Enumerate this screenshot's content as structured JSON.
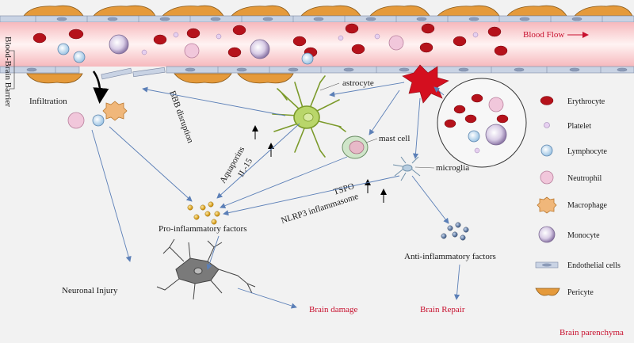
{
  "labels": {
    "blood_flow": "Blood Flow",
    "bbb": "Blood-Brain Barrier",
    "infiltration": "Infiltration",
    "bbb_disruption": "BBB disruption",
    "astrocyte": "astrocyte",
    "aquaporins": "Aquaporins",
    "il15": "IL-15",
    "mast_cell": "mast cell",
    "tspo": "TSPO",
    "nlrp3": "NLRP3 inflammasome",
    "microglia": "microglia",
    "pro_inflammatory": "Pro-inflammatory factors",
    "anti_inflammatory": "Anti-inflammatory factors",
    "neuronal_injury": "Neuronal Injury",
    "brain_damage": "Brain damage",
    "brain_repair": "Brain Repair",
    "brain_parenchyma": "Brain parenchyma"
  },
  "legend": [
    {
      "label": "Erythrocyte",
      "icon": "erythrocyte-icon"
    },
    {
      "label": "Platelet",
      "icon": "platelet-icon"
    },
    {
      "label": "Lymphocyte",
      "icon": "lymphocyte-icon"
    },
    {
      "label": "Neutrophil",
      "icon": "neutrophil-icon"
    },
    {
      "label": "Macrophage",
      "icon": "macrophage-icon"
    },
    {
      "label": "Monocyte",
      "icon": "monocyte-icon"
    },
    {
      "label": "Endothelial cells",
      "icon": "endothelial-cell-icon"
    },
    {
      "label": "Pericyte",
      "icon": "pericyte-icon"
    }
  ],
  "colors": {
    "vessel_top": "#f8c6c8",
    "vessel_mid": "#fdeeee",
    "pericyte": "#e59a3b",
    "endothelium": "#c9d3e4",
    "erythrocyte": "#b5121b",
    "arrow": "#5b7fb7",
    "emphasis": "#c8102e",
    "astrocyte": "#b9d66a",
    "parenchyma": "#f2f2f2"
  }
}
